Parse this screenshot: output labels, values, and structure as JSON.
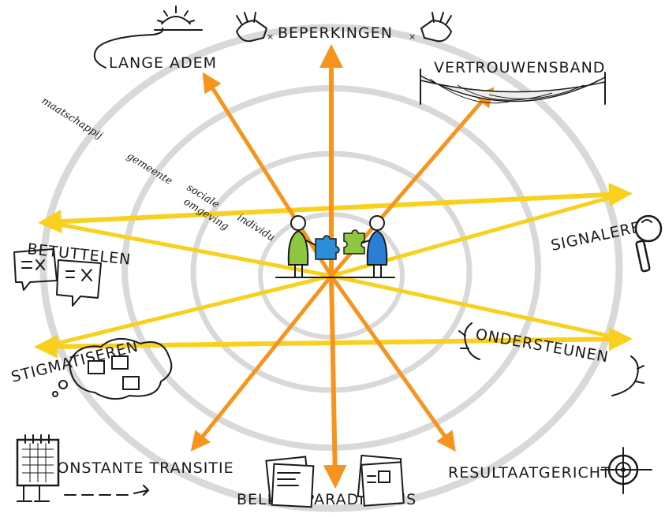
{
  "colors": {
    "orange": "#f7941d",
    "yellow": "#f9d01e",
    "ring_gray": "#d9d9d9",
    "ink": "#1a1a1a",
    "person_green": "#8dc63f",
    "person_blue": "#2a7fd4",
    "puzzle_blue": "#2a8fd8",
    "puzzle_green": "#8dc63f"
  },
  "labels": {
    "lange_adem": "LANGE ADEM",
    "beperkingen": "BEPERKINGEN",
    "vertrouwensband": "VERTROUWENSBAND",
    "signaleren": "SIGNALEREN",
    "ondersteunen": "ONDERSTEUNEN",
    "resultaatgericht": "RESULTAATGERICHT",
    "beleidsparadigmas": "BELEIDSPARADIGMA'S",
    "constante_transitie": "CONSTANTE TRANSITIE",
    "stigmatiseren": "STIGMATISEREN",
    "betuttelen": "BETUTTELEN"
  },
  "rings": {
    "maatschappij": "maatschappij",
    "gemeente": "gemeente",
    "sociale_omgeving_line1": "sociale",
    "sociale_omgeving_line2": "omgeving",
    "individu": "individu"
  },
  "icons": [
    "sun-icon",
    "hands-icon",
    "net-icon",
    "magnifier-icon",
    "hands-support-icon",
    "target-icon",
    "documents-icon",
    "calendar-icon",
    "thought-cloud-icon",
    "speech-bubbles-icon",
    "puzzle-icon",
    "person-green-icon",
    "person-blue-icon"
  ]
}
